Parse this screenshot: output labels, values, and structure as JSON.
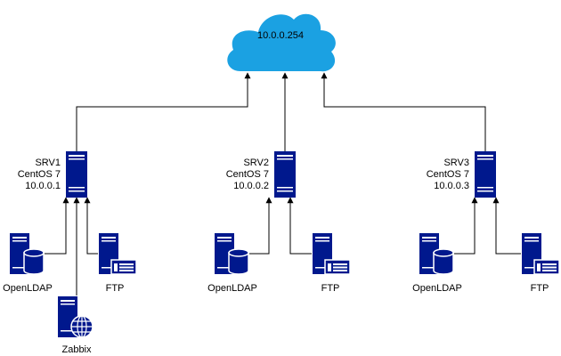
{
  "cloud": {
    "label": "10.0.0.254",
    "color": "#1ba1e2"
  },
  "icon_color": "#00188d",
  "servers": [
    {
      "name": "SRV1",
      "os": "CentOS 7",
      "ip": "10.0.0.1",
      "db_label": "OpenLDAP",
      "ftp_label": "FTP",
      "monitor_label": "Zabbix"
    },
    {
      "name": "SRV2",
      "os": "CentOS 7",
      "ip": "10.0.0.2",
      "db_label": "OpenLDAP",
      "ftp_label": "FTP"
    },
    {
      "name": "SRV3",
      "os": "CentOS 7",
      "ip": "10.0.0.3",
      "db_label": "OpenLDAP",
      "ftp_label": "FTP"
    }
  ]
}
